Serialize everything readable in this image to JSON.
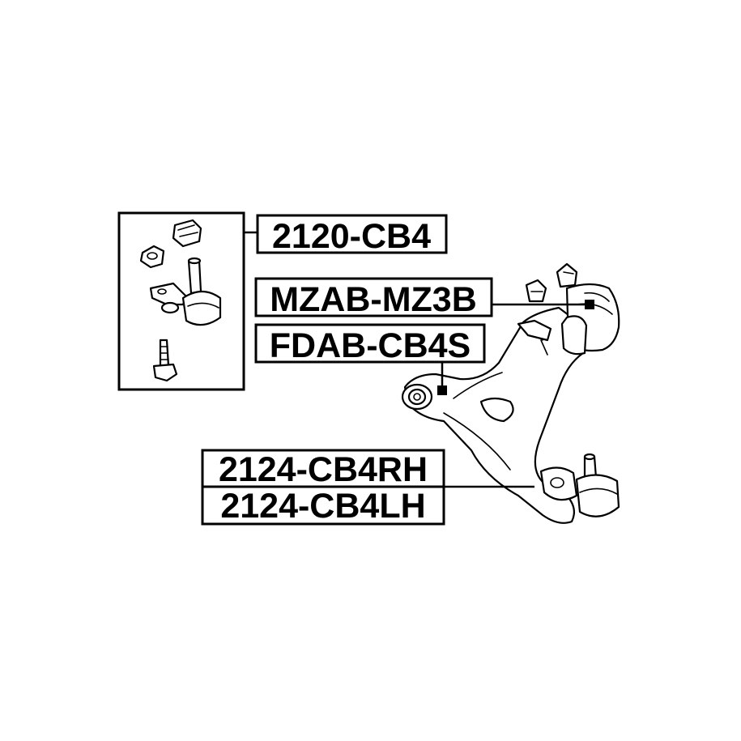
{
  "labels": {
    "ball_joint_kit": "2120-CB4",
    "rear_bushing": "MZAB-MZ3B",
    "front_bushing": "FDAB-CB4S",
    "arm_right": "2124-CB4RH",
    "arm_left": "2124-CB4LH"
  },
  "colors": {
    "line": "#000000",
    "background": "#ffffff"
  }
}
